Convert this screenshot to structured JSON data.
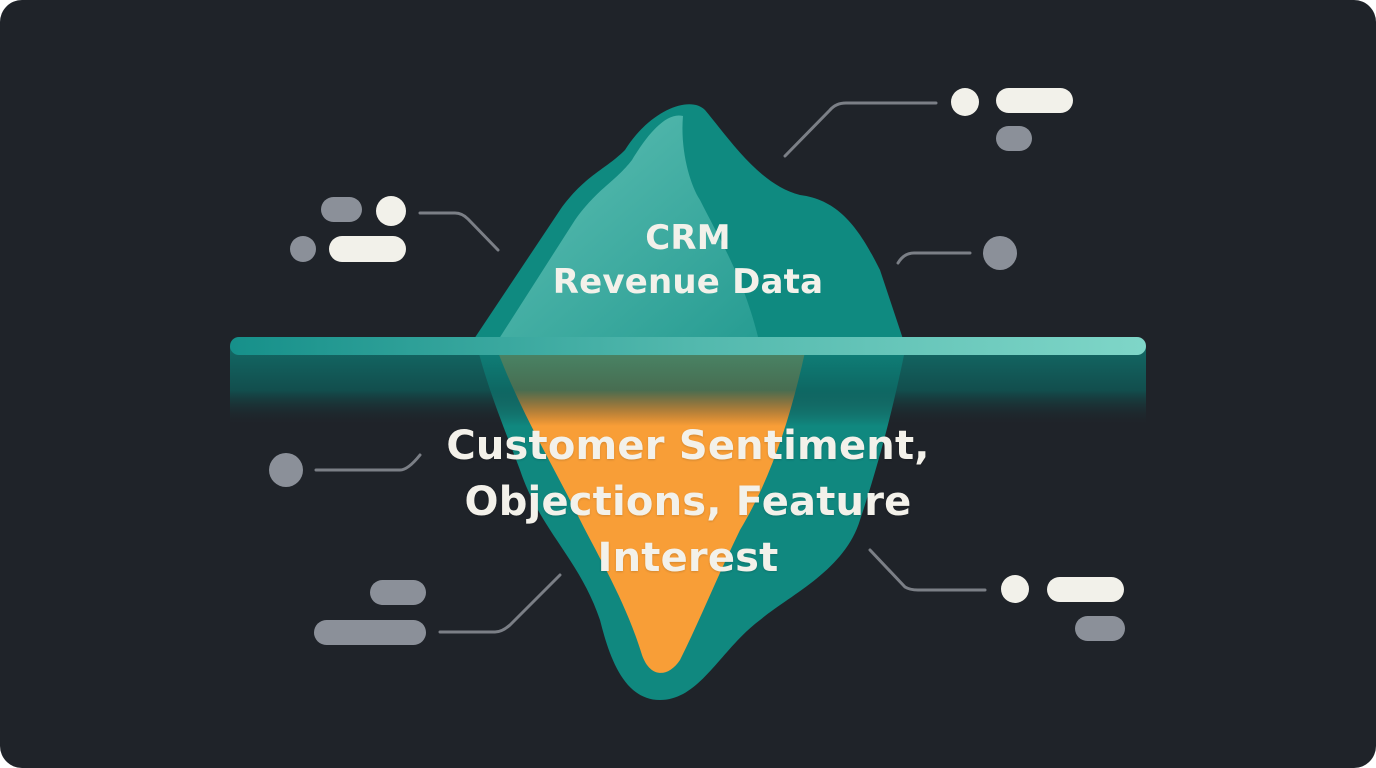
{
  "diagram": {
    "type": "iceberg",
    "above_water": {
      "label_line1": "CRM",
      "label_line2": "Revenue Data"
    },
    "below_water": {
      "label_line1": "Customer Sentiment,",
      "label_line2": "Objections, Feature",
      "label_line3": "Interest"
    },
    "colors": {
      "background": "#1f2329",
      "iceberg_teal": "#10887f",
      "iceberg_highlight": "#5cc2b6",
      "water_line": "#6fd0c2",
      "submerged_core": "#f89e37",
      "connector": "#7b7f86",
      "pill_light": "#f2f1ea",
      "pill_gray": "#8b9099"
    }
  }
}
